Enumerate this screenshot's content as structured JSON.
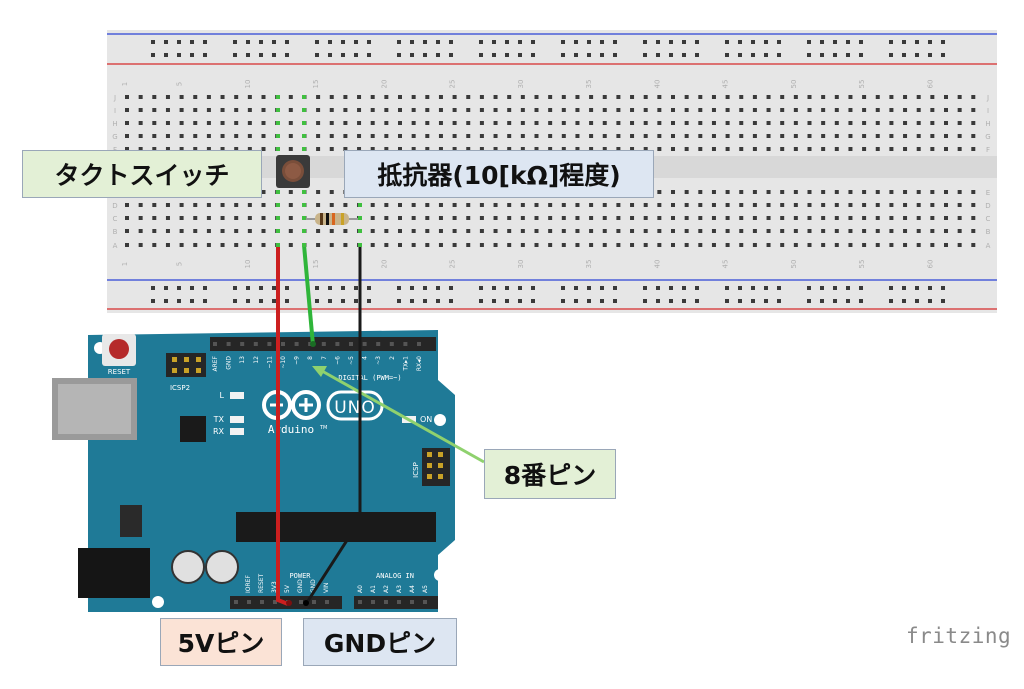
{
  "labels": {
    "switch": "タクトスイッチ",
    "resistor": "抵抗器(10[kΩ]程度)",
    "pin8": "8番ピン",
    "pin_5v": "5Vピン",
    "pin_gnd": "GNDピン"
  },
  "breadboard": {
    "column_numbers": [
      "1",
      "5",
      "10",
      "15",
      "20",
      "25",
      "30",
      "35",
      "40",
      "45",
      "50",
      "55",
      "60"
    ],
    "row_letters_top": [
      "J",
      "I",
      "H",
      "G",
      "F"
    ],
    "row_letters_bottom": [
      "E",
      "D",
      "C",
      "B",
      "A"
    ]
  },
  "arduino": {
    "reset_label": "RESET",
    "icsp2_label": "ICSP2",
    "icsp_label": "ICSP",
    "led_l": "L",
    "led_tx": "TX",
    "led_rx": "RX",
    "on_label": "ON",
    "brand": "Arduino",
    "trademark": "TM",
    "model": "UNO",
    "digital_label": "DIGITAL (PWM=~)",
    "analog_label": "ANALOG IN",
    "power_label": "POWER",
    "digital_pins": [
      "AREF",
      "GND",
      "13",
      "12",
      "~11",
      "~10",
      "~9",
      "8",
      "7",
      "~6",
      "~5",
      "4",
      "~3",
      "2",
      "TX▸1",
      "RX◂0"
    ],
    "power_pins": [
      "IOREF",
      "RESET",
      "3V3",
      "5V",
      "GND",
      "GND",
      "VIN"
    ],
    "analog_pins": [
      "A0",
      "A1",
      "A2",
      "A3",
      "A4",
      "A5"
    ]
  },
  "wires": {
    "power_color": "#cc1f1f",
    "signal_color": "#2fb53a",
    "ground_color": "#1a1a1a",
    "pointer_color": "#8fd16e"
  },
  "colors": {
    "board": "#1f7a97",
    "board_dark": "#16617a",
    "breadboard": "#e6e6e6",
    "rail_red": "#d94a4a",
    "rail_blue": "#4a5ed9"
  },
  "footer": {
    "logo": "fritzing"
  }
}
